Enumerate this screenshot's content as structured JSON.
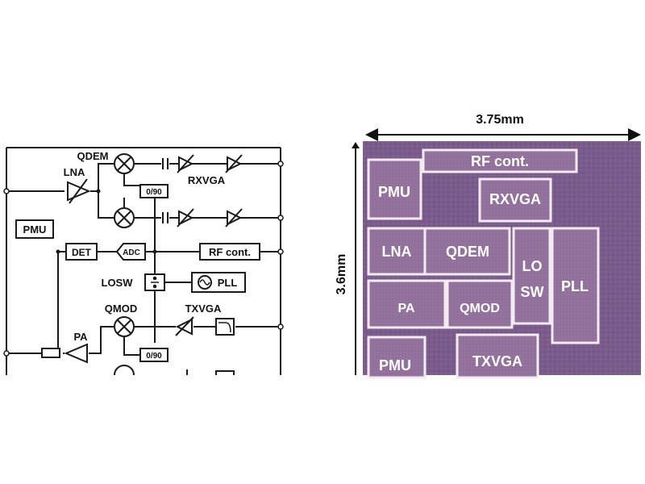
{
  "block_diagram": {
    "qdem": "QDEM",
    "lna": "LNA",
    "rxvga": "RXVGA",
    "phase_top": "0/90",
    "pmu": "PMU",
    "det": "DET",
    "adc": "ADC",
    "rf_cont": "RF cont.",
    "losw": "LOSW",
    "pll": "PLL",
    "qmod": "QMOD",
    "txvga": "TXVGA",
    "pa": "PA",
    "phase_bottom": "0/90"
  },
  "die_photo": {
    "width_dim": "3.75mm",
    "height_dim": "3.6mm",
    "blocks": {
      "rf_cont": "RF cont.",
      "pmu_top": "PMU",
      "rxvga": "RXVGA",
      "lna": "LNA",
      "qdem": "QDEM",
      "lo": "LO",
      "sw": "SW",
      "pll": "PLL",
      "pa": "PA",
      "qmod": "QMOD",
      "pmu_bottom": "PMU",
      "txvga": "TXVGA"
    }
  },
  "colors": {
    "line": "#1a1a1a",
    "die_base": "#7a5a88",
    "die_block": "#8f6b97",
    "die_outline": "#f2ecf2"
  }
}
